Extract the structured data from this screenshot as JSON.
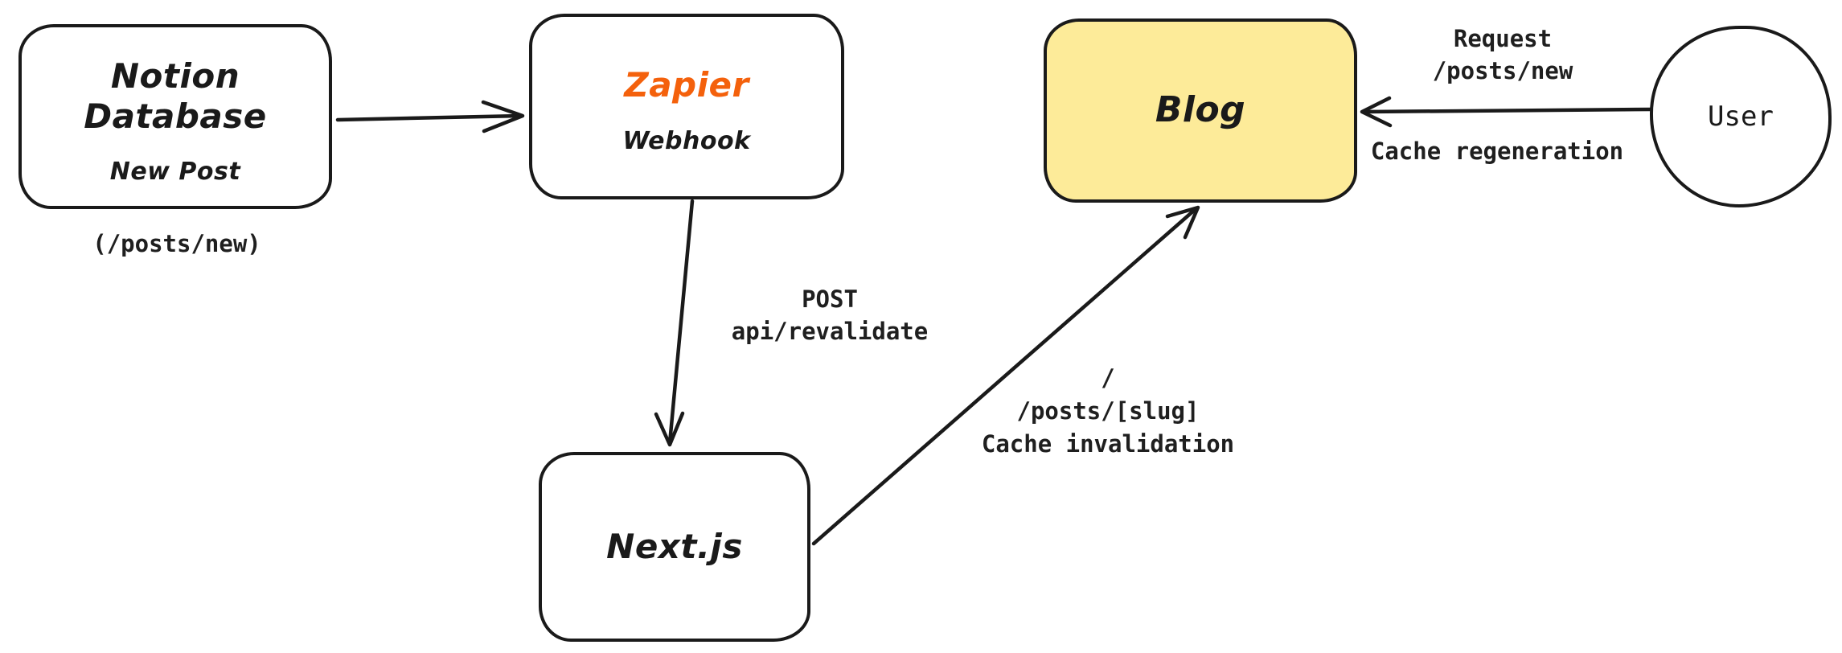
{
  "diagram": {
    "colors": {
      "stroke": "#1a1a1a",
      "zapier_accent_orange": "#f4610c",
      "blog_fill_yellow": "#fdeb99",
      "background": "#ffffff"
    },
    "nodes": {
      "notion": {
        "title": "Notion Database",
        "subtitle": "New Post"
      },
      "zapier": {
        "title": "Zapier",
        "subtitle": "Webhook"
      },
      "blog": {
        "title": "Blog"
      },
      "nextjs": {
        "title": "Next.js"
      },
      "user": {
        "title": "User"
      }
    },
    "labels": {
      "notion_caption": "(/posts/new)",
      "zapier_to_nextjs": {
        "line1": "POST",
        "line2": "api/revalidate"
      },
      "nextjs_to_blog": {
        "line1": "/",
        "line2": "/posts/[slug]",
        "line3": "Cache invalidation"
      },
      "user_to_blog": {
        "top1": "Request",
        "top2": "/posts/new",
        "bottom": "Cache regeneration"
      }
    }
  }
}
